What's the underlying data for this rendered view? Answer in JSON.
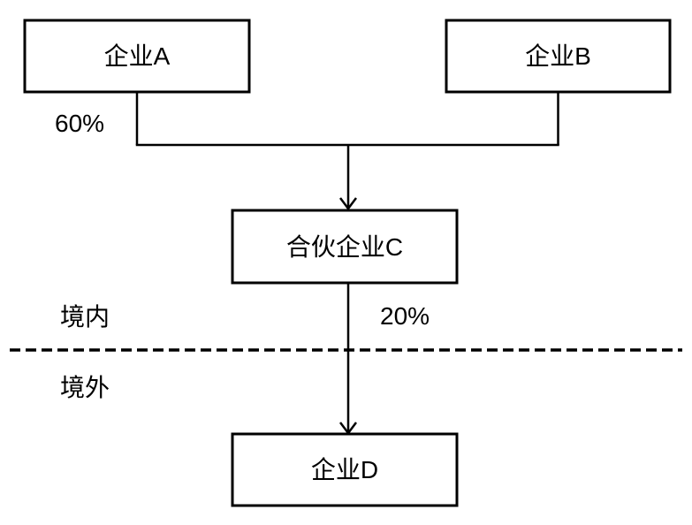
{
  "diagram": {
    "title": "equity-ownership-structure",
    "background_color": "#ffffff",
    "line_color": "#000000",
    "nodes": {
      "company_a": {
        "label": "企业A"
      },
      "company_b": {
        "label": "企业B"
      },
      "partnership_c": {
        "label": "合伙企业C"
      },
      "company_d": {
        "label": "企业D"
      }
    },
    "edge_labels": {
      "a_to_c_ownership": "60%",
      "c_to_d_ownership": "20%"
    },
    "region_labels": {
      "domestic": "境内",
      "overseas": "境外"
    },
    "edges": [
      {
        "from": "company_a",
        "to": "partnership_c",
        "label": "60%",
        "arrow": true
      },
      {
        "from": "company_b",
        "to": "partnership_c",
        "label": "",
        "arrow": true
      },
      {
        "from": "partnership_c",
        "to": "company_d",
        "label": "20%",
        "arrow": true
      }
    ]
  }
}
